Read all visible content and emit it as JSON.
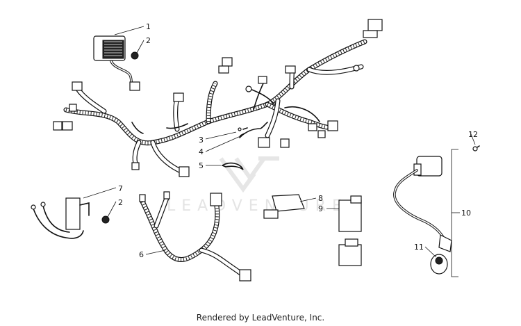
{
  "watermark": {
    "text": "LEADVENTURE"
  },
  "footer": {
    "text": "Rendered by LeadVenture, Inc."
  },
  "callouts": [
    {
      "id": "c1",
      "label": "1"
    },
    {
      "id": "c2a",
      "label": "2"
    },
    {
      "id": "c3",
      "label": "3"
    },
    {
      "id": "c4",
      "label": "4"
    },
    {
      "id": "c5",
      "label": "5"
    },
    {
      "id": "c6",
      "label": "6"
    },
    {
      "id": "c7",
      "label": "7"
    },
    {
      "id": "c2b",
      "label": "2"
    },
    {
      "id": "c8",
      "label": "8"
    },
    {
      "id": "c9",
      "label": "9"
    },
    {
      "id": "c10",
      "label": "10"
    },
    {
      "id": "c11",
      "label": "11"
    },
    {
      "id": "c12",
      "label": "12"
    }
  ],
  "colors": {
    "line": "#111111",
    "background": "#ffffff",
    "watermark": "#e4e4e4"
  }
}
